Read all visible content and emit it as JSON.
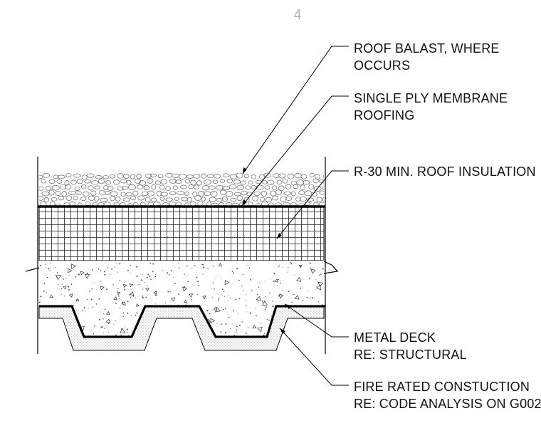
{
  "sheet": {
    "detail_number": "4"
  },
  "callouts": {
    "roof_ballast": {
      "line1": "ROOF BALAST, WHERE",
      "line2": "OCCURS"
    },
    "membrane": {
      "line1": "SINGLE PLY MEMBRANE",
      "line2": "ROOFING"
    },
    "insulation": {
      "line1": "R-30 MIN. ROOF INSULATION"
    },
    "metal_deck": {
      "line1": "METAL DECK",
      "line2": "RE: STRUCTURAL"
    },
    "fire_rated": {
      "line1": "FIRE RATED CONSTUCTION",
      "line2": "RE: CODE ANALYSIS ON G002"
    }
  },
  "colors": {
    "line": "#000000",
    "page_number": "#b3b3b3",
    "background": "#ffffff"
  }
}
